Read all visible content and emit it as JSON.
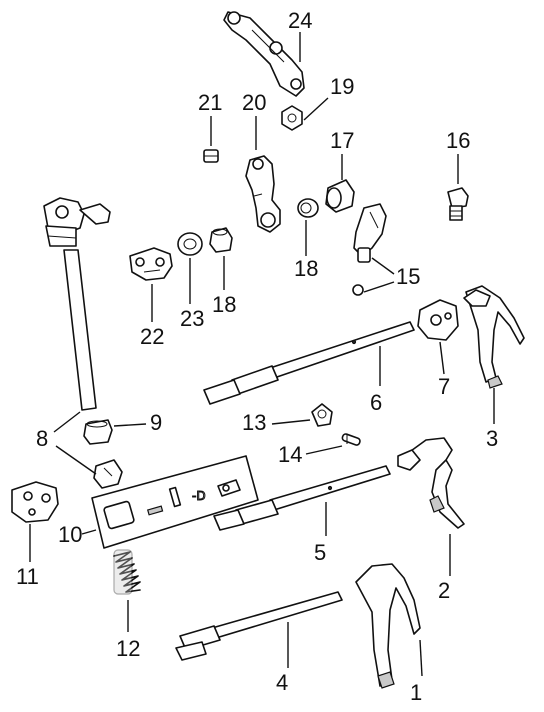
{
  "labels": {
    "1": "1",
    "2": "2",
    "3": "3",
    "4": "4",
    "5": "5",
    "6": "6",
    "7": "7",
    "8": "8",
    "9": "9",
    "10": "10",
    "11": "11",
    "12": "12",
    "13": "13",
    "14": "14",
    "15": "15",
    "16": "16",
    "17": "17",
    "18a": "18",
    "18b": "18",
    "19": "19",
    "20": "20",
    "21": "21",
    "22": "22",
    "23": "23",
    "24": "24"
  },
  "colors": {
    "ink": "#111111",
    "paper": "#ffffff",
    "shade": "#c9c9c9"
  }
}
